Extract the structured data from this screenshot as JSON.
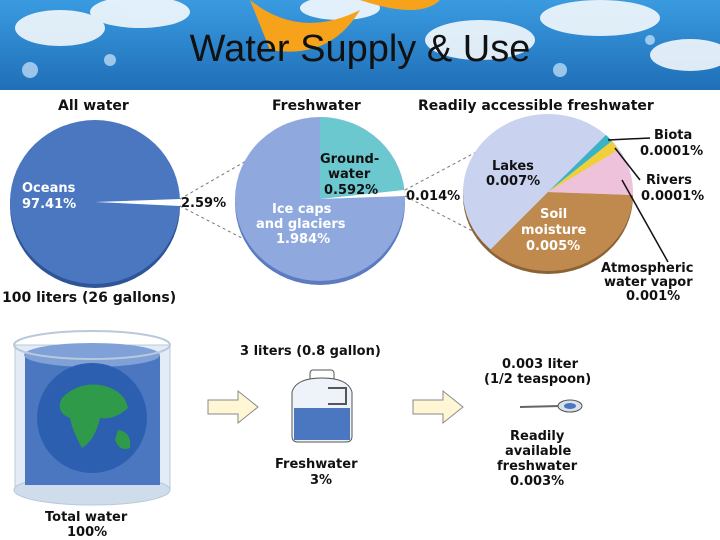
{
  "slide": {
    "title": "Water Supply & Use"
  },
  "pies": {
    "all_water": {
      "header": "All water",
      "oceans_label": "Oceans",
      "oceans_value": "97.41%",
      "fresh_value": "2.59%",
      "footer": "100 liters (26 gallons)"
    },
    "freshwater": {
      "header": "Freshwater",
      "groundwater_label_1": "Ground-",
      "groundwater_label_2": "water",
      "groundwater_value": "0.592%",
      "ice_label_1": "Ice caps",
      "ice_label_2": "and glaciers",
      "ice_value": "1.984%",
      "accessible_value": "0.014%"
    },
    "accessible": {
      "header": "Readily accessible freshwater",
      "lakes_label": "Lakes",
      "lakes_value": "0.007%",
      "soil_label_1": "Soil",
      "soil_label_2": "moisture",
      "soil_value": "0.005%",
      "biota_label": "Biota",
      "biota_value": "0.0001%",
      "rivers_label": "Rivers",
      "rivers_value": "0.0001%",
      "atmo_label_1": "Atmospheric",
      "atmo_label_2": "water vapor",
      "atmo_value": "0.001%"
    }
  },
  "bottom": {
    "total_label": "Total water",
    "total_value": "100%",
    "fresh_amount": "3 liters (0.8 gallon)",
    "fresh_label": "Freshwater",
    "fresh_value": "3%",
    "spoon_amount_1": "0.003 liter",
    "spoon_amount_2": "(1/2 teaspoon)",
    "avail_label_1": "Readily",
    "avail_label_2": "available",
    "avail_label_3": "freshwater",
    "avail_value": "0.003%"
  },
  "colors": {
    "ocean": "#4a77c0",
    "ice": "#8fa9df",
    "groundwater": "#6cc8cf",
    "lakes": "#c9d2ef",
    "soil": "#c08a4e",
    "pink": "#efc2dc",
    "banner": "#2f8fd8"
  }
}
